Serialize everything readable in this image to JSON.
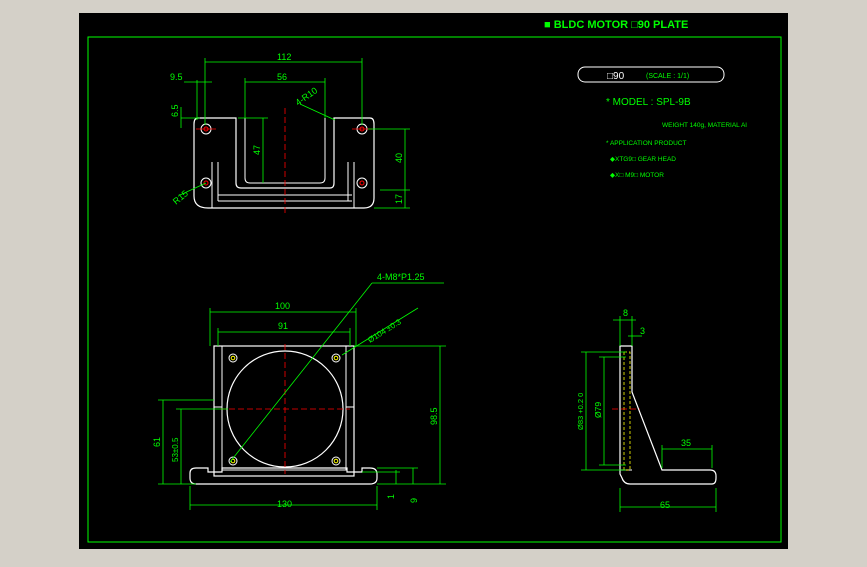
{
  "colors": {
    "background": "#000000",
    "frame": "#00ff00",
    "geometry": "#ffffff",
    "dimension": "#00ff00",
    "centerline": "#ff0000",
    "title_text": "#00ff00",
    "window_bg": "#d4d0c8"
  },
  "title": {
    "bullet": "■",
    "text": "BLDC MOTOR □90 PLATE"
  },
  "spec_panel": {
    "size_label": "□90",
    "scale_label": "(SCALE : 1/1)",
    "model_line": "* MODEL : SPL-9B",
    "weight_line": "WEIGHT 140g, MATERIAL Al",
    "application_line": "* APPLICATION PRODUCT",
    "gear_head_line": "◆XTG9□  GEAR HEAD",
    "motor_line": "◆X□ M9□  MOTOR"
  },
  "top_view_dims": {
    "d112": "112",
    "d56": "56",
    "d9_5": "9.5",
    "d6_5": "6.5",
    "d47": "47",
    "dR10": "4-R10",
    "dR15": "R15",
    "d40": "40",
    "d17": "17"
  },
  "front_view_dims": {
    "d100": "100",
    "d91": "91",
    "d_thread": "4-M8*P1.25",
    "d_pcd": "Ø104 ±0.3",
    "d98_5": "98.5",
    "d61": "61",
    "d53": "53±0.5",
    "d130": "130",
    "d1": "1",
    "d9": "9"
  },
  "side_view_dims": {
    "d8": "8",
    "d3": "3",
    "d83": "Ø83 +0.2 0",
    "d79": "Ø79",
    "d35": "35",
    "d65": "65"
  }
}
